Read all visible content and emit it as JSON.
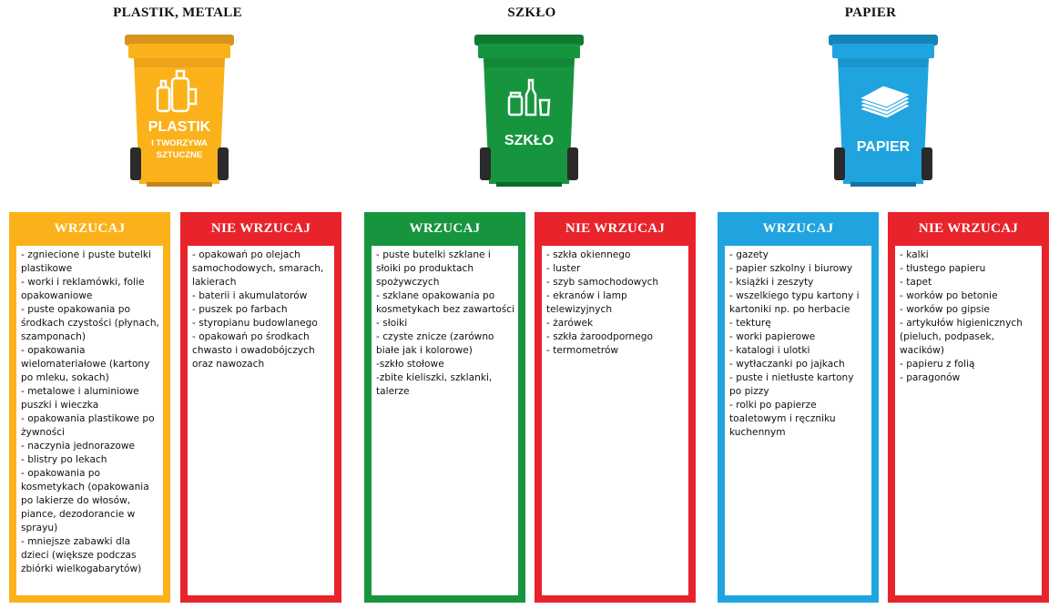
{
  "columns": [
    {
      "title": "PLASTIK, METALE",
      "bin": {
        "color": "#fbb21a",
        "dark": "#d9931a",
        "icon": "bottles-icon",
        "label_main": "PLASTIK",
        "label_sub1": "I TWORZYWA",
        "label_sub2": "SZTUCZNE"
      },
      "yes": {
        "heading": "WRZUCAJ",
        "items": [
          "- zgniecione i puste butelki plastikowe",
          "- worki i reklamówki, folie opakowaniowe",
          "- puste opakowania po środkach czystości (płynach, szamponach)",
          "- opakowania wielomateriałowe (kartony po mleku, sokach)",
          "- metalowe i aluminiowe puszki i wieczka",
          "- opakowania plastikowe po żywności",
          "- naczynia jednorazowe",
          "- blistry po lekach",
          "- opakowania po kosmetykach (opakowania po lakierze do włosów, piance, dezodorancie w sprayu)",
          "- mniejsze zabawki dla dzieci (większe podczas zbiórki wielkogabarytów)"
        ]
      },
      "no": {
        "heading": "NIE WRZUCAJ",
        "items": [
          "- opakowań po olejach samochodowych, smarach, lakierach",
          "- baterii i akumulatorów",
          "- puszek po farbach",
          "- styropianu budowlanego",
          "- opakowań po środkach chwasto i owadobójczych oraz nawozach"
        ]
      }
    },
    {
      "title": "SZKŁO",
      "bin": {
        "color": "#16953e",
        "dark": "#0f7a31",
        "icon": "glass-jars-icon",
        "label_main": "SZKŁO",
        "label_sub1": "",
        "label_sub2": ""
      },
      "yes": {
        "heading": "WRZUCAJ",
        "items": [
          "-  puste butelki szklane i słoiki po produktach spożywczych",
          "- szklane opakowania po kosmetykach bez zawartości",
          "- słoiki",
          "- czyste znicze (zarówno białe jak i kolorowe)",
          "-szkło stołowe",
          "-zbite kieliszki, szklanki, talerze"
        ]
      },
      "no": {
        "heading": "NIE WRZUCAJ",
        "items": [
          "- szkła okiennego",
          "- luster",
          "- szyb samochodowych",
          "- ekranów i lamp telewizyjnych",
          "- żarówek",
          "- szkła żaroodpornego",
          "- termometrów"
        ]
      }
    },
    {
      "title": "PAPIER",
      "bin": {
        "color": "#1fa4df",
        "dark": "#1684b8",
        "icon": "paper-stack-icon",
        "label_main": "PAPIER",
        "label_sub1": "",
        "label_sub2": ""
      },
      "yes": {
        "heading": "WRZUCAJ",
        "items": [
          "- gazety",
          "- papier szkolny i biurowy",
          "- książki i zeszyty",
          "- wszelkiego typu kartony i kartoniki np. po herbacie",
          "- tekturę",
          "- worki papierowe",
          "- katalogi i ulotki",
          "- wytłaczanki po jajkach",
          "- puste i nietłuste kartony po pizzy",
          "- rolki po papierze toaletowym i ręczniku kuchennym"
        ]
      },
      "no": {
        "heading": "NIE WRZUCAJ",
        "items": [
          "- kalki",
          "- tłustego papieru",
          "- tapet",
          "- worków po betonie",
          "- worków po gipsie",
          "- artykułów higienicznych (pieluch, podpasek, wacików)",
          "- papieru z folią",
          "- paragonów"
        ]
      }
    }
  ]
}
